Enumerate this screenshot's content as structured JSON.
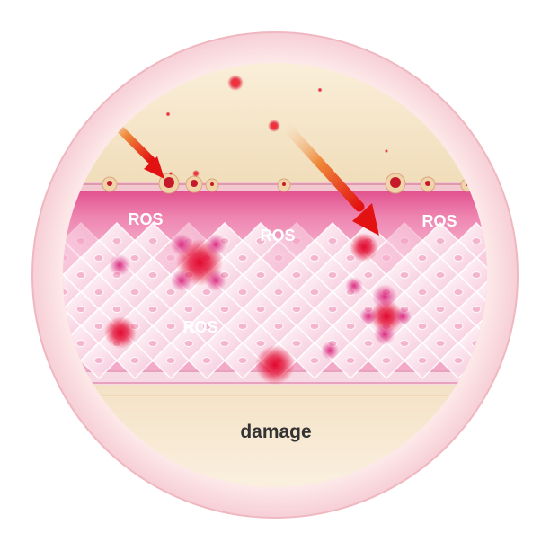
{
  "labels": {
    "ros_top_left": "ROS",
    "ros_top_center": "ROS",
    "ros_top_right": "ROS",
    "ros_middle": "ROS",
    "bottom_caption": "damage"
  },
  "colors": {
    "ring": "#f9dede",
    "ring_border": "#f2b9c2",
    "surface": "#f5e8cf",
    "tissue": "#f2a3c3",
    "tissue_top": "#e6609a",
    "cell_fill": "#fde9f2",
    "ros_dot": "#e0103a",
    "arrow_red": "#e01010",
    "label_text": "#ffffff",
    "caption_text": "#333333"
  },
  "icons": {
    "ros_particle": "radical-dot-icon",
    "incoming_arrow": "arrow-icon",
    "skin_cell": "cell-icon"
  }
}
